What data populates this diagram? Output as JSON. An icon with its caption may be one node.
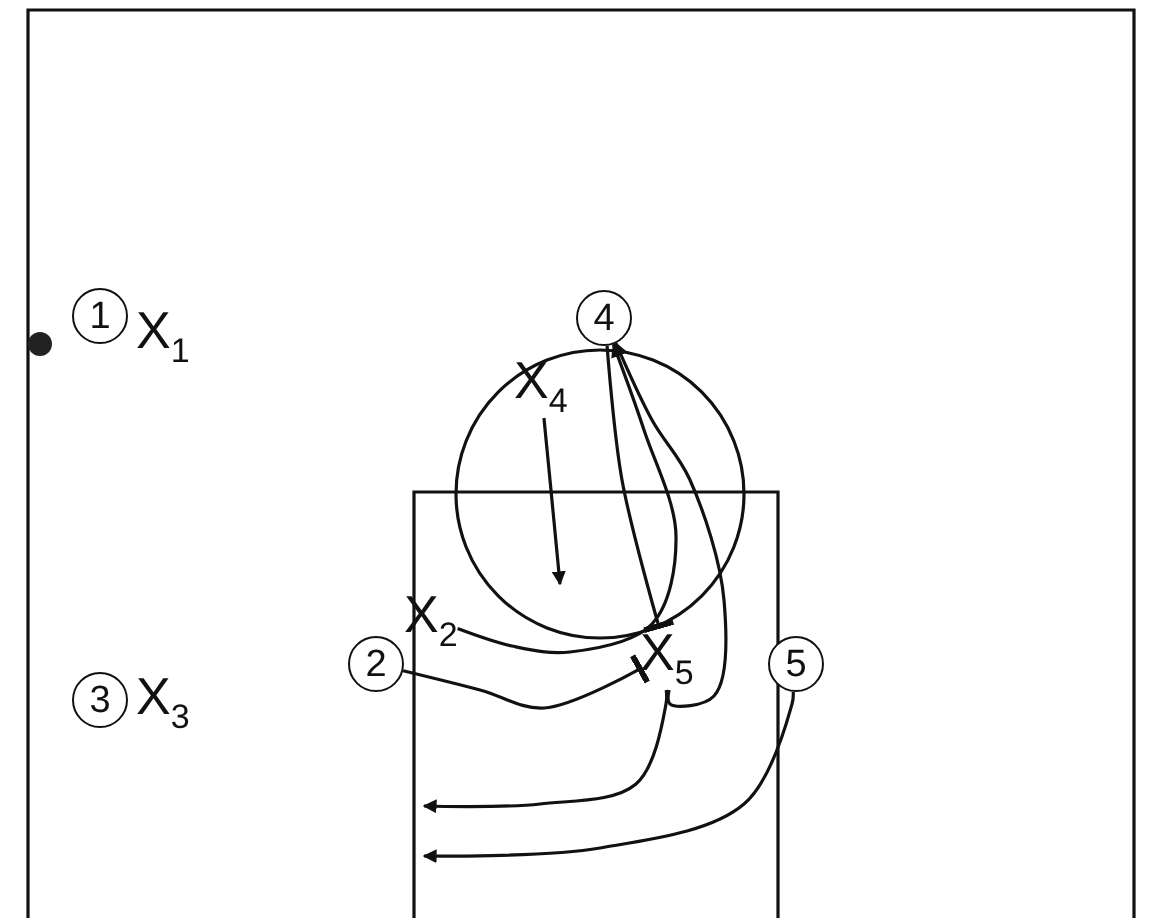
{
  "diagram": {
    "nodes": [
      {
        "text": [
          "1"
        ]
      },
      {
        "text": [
          "X$_{1}$"
        ]
      },
      {
        "text": [
          "4"
        ]
      },
      {
        "text": [
          "X$_{4}$"
        ]
      },
      {
        "text": [
          "2"
        ]
      },
      {
        "text": [
          "X$_{2}$"
        ]
      },
      {
        "text": [
          "X$_{5}$"
        ]
      },
      {
        "text": [
          "5"
        ]
      },
      {
        "text": [
          "3"
        ]
      },
      {
        "text": [
          "X$_{3}$"
        ]
      }
    ],
    "edges": [
      {
        "from": 3,
        "to": null,
        "arrow": "to"
      },
      {
        "from": 2,
        "to": 6,
        "arrow": "other"
      },
      {
        "from": 4,
        "to": 6,
        "arrow": "other"
      },
      {
        "from": 5,
        "to": 2,
        "arrow": "to"
      },
      {
        "from": 6,
        "to": 2,
        "arrow": "to"
      },
      {
        "from": 6,
        "to": null,
        "arrow": "to"
      },
      {
        "from": 7,
        "to": null,
        "arrow": "to"
      }
    ]
  }
}
